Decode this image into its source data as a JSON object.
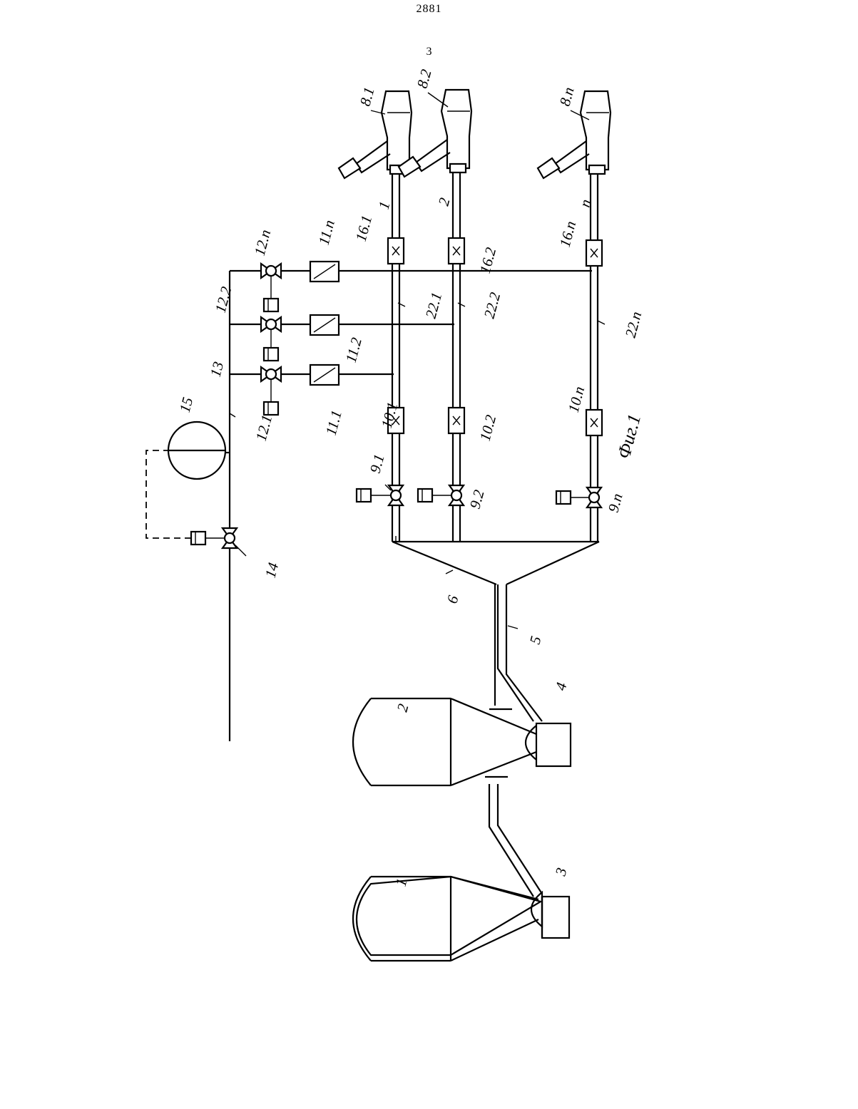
{
  "page": {
    "number": "2881",
    "sub_number": "3"
  },
  "figure": {
    "caption": "Фиг.1"
  },
  "labels": {
    "silo1": "1",
    "silo2": "2",
    "feeder3": "3",
    "feeder4": "4",
    "line5": "5",
    "header6": "6",
    "b81": "8.1",
    "b82": "8.2",
    "b8n": "8.п",
    "pipe1": "1",
    "pipe2": "2",
    "pipen": "п",
    "v91": "9.1",
    "v92": "9.2",
    "v9n": "9.п",
    "f101": "10.1",
    "f102": "10.2",
    "f10n": "10.п",
    "d111": "11.1",
    "d112": "11.2",
    "d11n": "11.п",
    "v121": "12.1",
    "v122": "12.2",
    "v12n": "12.п",
    "air13": "13",
    "v14": "14",
    "rec15": "15",
    "f161": "16.1",
    "f162": "16.2",
    "f16n": "16.п",
    "s221": "22.1",
    "s222": "22.2",
    "s22n": "22.п"
  }
}
